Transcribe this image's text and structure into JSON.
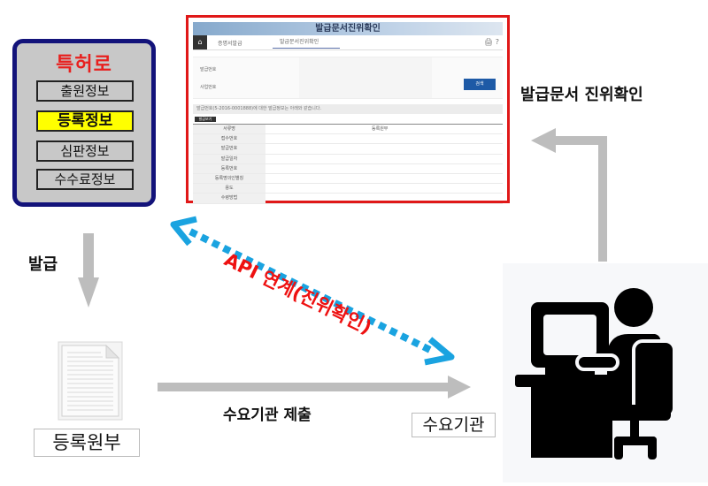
{
  "patent_panel": {
    "title": "특허로",
    "menu": [
      {
        "label": "출원정보",
        "active": false
      },
      {
        "label": "등록정보",
        "active": true
      },
      {
        "label": "심판정보",
        "active": false
      },
      {
        "label": "수수료정보",
        "active": false
      }
    ]
  },
  "screenshot": {
    "header_title": "발급문서진위확인",
    "nav": [
      "증명서발급",
      "발급문서진위확인"
    ],
    "home_icon": "⌂",
    "right_icons": "🖨 ?",
    "form_labels": [
      "발급번호",
      "사업번호"
    ],
    "search_button": "검색",
    "notice": "발급번호(5-2016-0001888)에 대한 발급정보는 아래와 같습니다.",
    "print_button": "발급보기",
    "table_rows": [
      "서류명",
      "접수번호",
      "발급번호",
      "발급일자",
      "등록번호",
      "등록명의인별칭",
      "용도",
      "수령방법"
    ],
    "table_value_label": "등록원부"
  },
  "captions": {
    "verify": "발급문서 진위확인",
    "issue": "발급",
    "api": "API 연계(진위확인)",
    "submit": "수요기관 제출"
  },
  "document": {
    "label": "등록원부"
  },
  "agency": {
    "label": "수요기관"
  },
  "colors": {
    "frame_red": "#e01818",
    "api_text": "#ee1111",
    "api_arrow": "#1aa3e0",
    "flow_arrow": "#bdbdbd",
    "panel_border": "#13137a",
    "active_menu": "#ffff00"
  }
}
